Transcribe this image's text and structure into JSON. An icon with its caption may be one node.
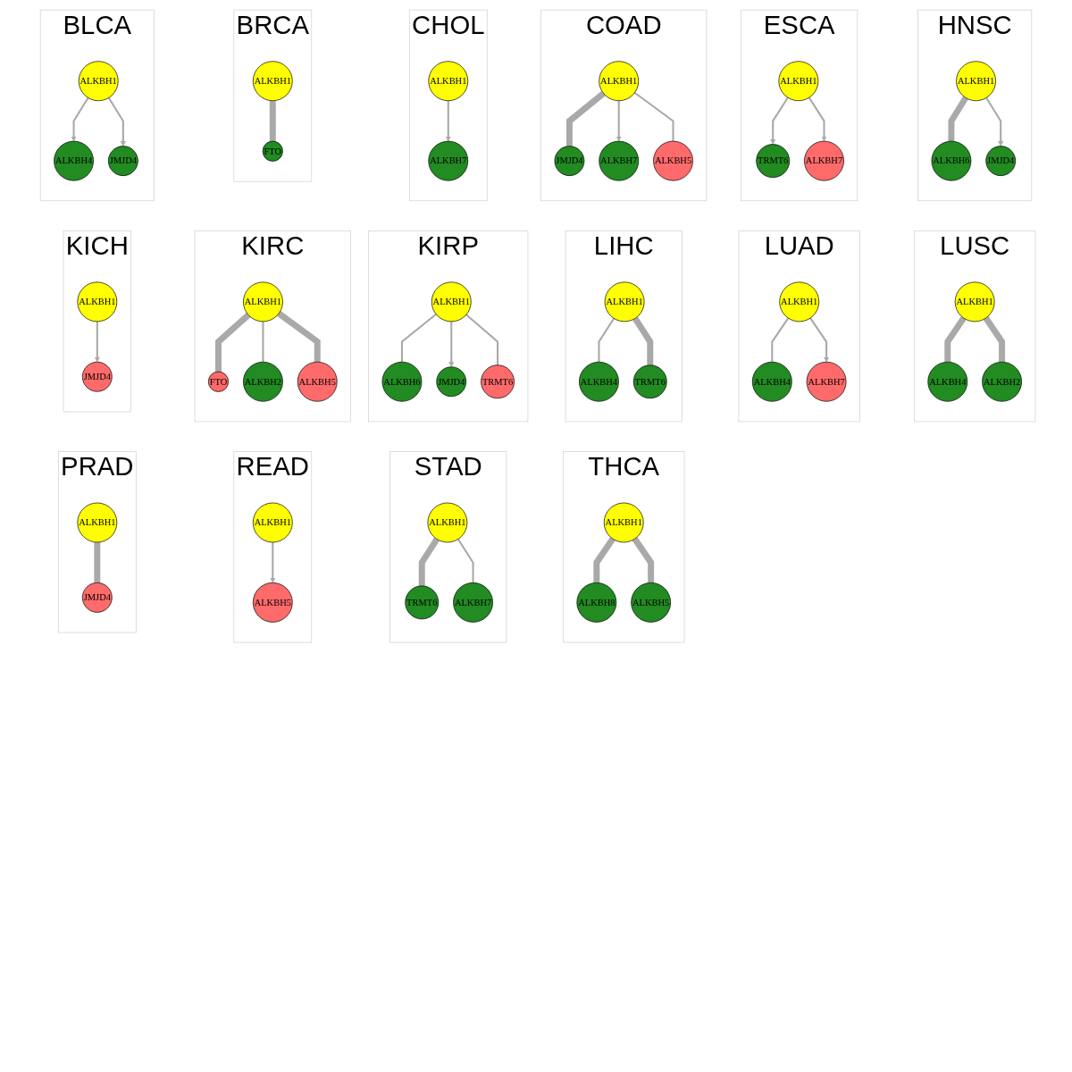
{
  "diagram": {
    "nodes": [
      {
        "text": [
          "BLCA"
        ]
      },
      {
        "text": [
          "ALKBH4"
        ],
        "in": 0
      },
      {
        "text": [
          "ALKBH1"
        ],
        "in": 0
      },
      {
        "text": [
          "JMJD4"
        ],
        "in": 0
      },
      {
        "text": [
          "BRCA"
        ]
      },
      {
        "text": [
          "ALKBH1"
        ],
        "in": 4
      },
      {
        "text": [
          "FTO"
        ],
        "in": 4
      },
      {
        "text": [
          "CHOL"
        ]
      },
      {
        "text": [
          "ALKBH1"
        ],
        "in": 7
      },
      {
        "text": [
          "ALKBH7"
        ],
        "in": 7
      },
      {
        "text": [
          "COAD"
        ]
      },
      {
        "text": [
          "JMJD4"
        ],
        "in": 10
      },
      {
        "text": [
          "ALKBH1"
        ],
        "in": 10
      },
      {
        "text": [
          "ALKBH7"
        ],
        "in": 10
      },
      {
        "text": [
          "ALKBH5"
        ],
        "in": 10
      },
      {
        "text": [
          "ESCA"
        ]
      },
      {
        "text": [
          "TRMT6"
        ],
        "in": 15
      },
      {
        "text": [
          "ALKBH1"
        ],
        "in": 15
      },
      {
        "text": [
          "ALKBH7"
        ],
        "in": 15
      },
      {
        "text": [
          "HNSC"
        ]
      },
      {
        "text": [
          "ALKBH6"
        ],
        "in": 19
      },
      {
        "text": [
          "ALKBH1"
        ],
        "in": 19
      },
      {
        "text": [
          "JMJD4"
        ],
        "in": 19
      },
      {
        "text": [
          "KICH"
        ]
      },
      {
        "text": [
          "ALKBH1"
        ],
        "in": 23
      },
      {
        "text": [
          "JMJD4"
        ],
        "in": 23
      },
      {
        "text": [
          "KIRC"
        ]
      },
      {
        "text": [
          "FTO"
        ],
        "in": 26
      },
      {
        "text": [
          "ALKBH2"
        ],
        "in": 26
      },
      {
        "text": [
          "ALKBH1"
        ],
        "in": 26
      },
      {
        "text": [
          "ALKBH5"
        ],
        "in": 26
      },
      {
        "text": [
          "KIRP"
        ]
      },
      {
        "text": [
          "ALKBH6"
        ],
        "in": 31
      },
      {
        "text": [
          "ALKBH1"
        ],
        "in": 31
      },
      {
        "text": [
          "JMJD4"
        ],
        "in": 31
      },
      {
        "text": [
          "TRMT6"
        ],
        "in": 31
      },
      {
        "text": [
          "LIHC"
        ]
      },
      {
        "text": [
          "ALKBH4"
        ],
        "in": 36
      },
      {
        "text": [
          "ALKBH1"
        ],
        "in": 36
      },
      {
        "text": [
          "TRMT6"
        ],
        "in": 36
      },
      {
        "text": [
          "LUAD"
        ]
      },
      {
        "text": [
          "ALKBH4"
        ],
        "in": 40
      },
      {
        "text": [
          "ALKBH1"
        ],
        "in": 40
      },
      {
        "text": [
          "ALKBH7"
        ],
        "in": 40
      },
      {
        "text": [
          "LUSC"
        ]
      },
      {
        "text": [
          "ALKBH4"
        ],
        "in": 44
      },
      {
        "text": [
          "ALKBH1"
        ],
        "in": 44
      },
      {
        "text": [
          "ALKBH2"
        ],
        "in": 44
      },
      {
        "text": [
          "PRAD"
        ]
      },
      {
        "text": [
          "ALKBH1"
        ],
        "in": 48
      },
      {
        "text": [
          "JMJD4"
        ],
        "in": 48
      },
      {
        "text": [
          "READ"
        ]
      },
      {
        "text": [
          "ALKBH1"
        ],
        "in": 51
      },
      {
        "text": [
          "ALKBH5"
        ],
        "in": 51
      },
      {
        "text": [
          "STAD"
        ]
      },
      {
        "text": [
          "TRMT6"
        ],
        "in": 54
      },
      {
        "text": [
          "ALKBH1"
        ],
        "in": 54
      },
      {
        "text": [
          "ALKBH7"
        ],
        "in": 54
      },
      {
        "text": [
          "THCA"
        ]
      },
      {
        "text": [
          "ALKBH8"
        ],
        "in": 58
      },
      {
        "text": [
          "ALKBH1"
        ],
        "in": 58
      },
      {
        "text": [
          "ALKBH5"
        ],
        "in": 58
      }
    ],
    "edges": [
      {
        "from": 2,
        "to": 1,
        "arrow": "to"
      },
      {
        "from": 2,
        "to": 3,
        "arrow": "to"
      },
      {
        "from": 5,
        "to": 6,
        "arrow": "none",
        "style": "thick"
      },
      {
        "from": 8,
        "to": 9,
        "arrow": "to"
      },
      {
        "from": 12,
        "to": 11,
        "arrow": "none",
        "style": "thick"
      },
      {
        "from": 12,
        "to": 13,
        "arrow": "to"
      },
      {
        "from": 12,
        "to": 14,
        "arrow": "none"
      },
      {
        "from": 17,
        "to": 16,
        "arrow": "to"
      },
      {
        "from": 17,
        "to": 18,
        "arrow": "to"
      },
      {
        "from": 21,
        "to": 20,
        "arrow": "none",
        "style": "thick"
      },
      {
        "from": 21,
        "to": 22,
        "arrow": "to"
      },
      {
        "from": 24,
        "to": 25,
        "arrow": "to"
      },
      {
        "from": 29,
        "to": 27,
        "arrow": "none",
        "style": "thick"
      },
      {
        "from": 29,
        "to": 28,
        "arrow": "none"
      },
      {
        "from": 29,
        "to": 30,
        "arrow": "none",
        "style": "thick"
      },
      {
        "from": 33,
        "to": 32,
        "arrow": "none"
      },
      {
        "from": 33,
        "to": 34,
        "arrow": "to"
      },
      {
        "from": 33,
        "to": 35,
        "arrow": "none"
      },
      {
        "from": 38,
        "to": 37,
        "arrow": "none"
      },
      {
        "from": 38,
        "to": 39,
        "arrow": "none",
        "style": "thick"
      },
      {
        "from": 42,
        "to": 41,
        "arrow": "none"
      },
      {
        "from": 42,
        "to": 43,
        "arrow": "to"
      },
      {
        "from": 46,
        "to": 45,
        "arrow": "none",
        "style": "thick"
      },
      {
        "from": 46,
        "to": 47,
        "arrow": "none",
        "style": "thick"
      },
      {
        "from": 49,
        "to": 50,
        "arrow": "none",
        "style": "thick"
      },
      {
        "from": 52,
        "to": 53,
        "arrow": "to"
      },
      {
        "from": 56,
        "to": 55,
        "arrow": "none",
        "style": "thick"
      },
      {
        "from": 56,
        "to": 57,
        "arrow": "none"
      },
      {
        "from": 60,
        "to": 59,
        "arrow": "none",
        "style": "thick"
      },
      {
        "from": 60,
        "to": 61,
        "arrow": "none",
        "style": "thick"
      }
    ]
  }
}
